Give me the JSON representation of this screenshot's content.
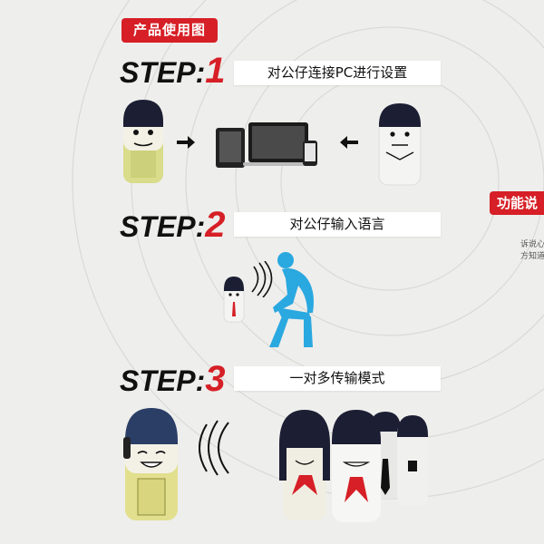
{
  "header": {
    "title": "产品使用图"
  },
  "steps": [
    {
      "prefix": "STEP:",
      "number": "1",
      "caption": "对公仔连接PC进行设置"
    },
    {
      "prefix": "STEP:",
      "number": "2",
      "caption": "对公仔输入语言"
    },
    {
      "prefix": "STEP:",
      "number": "3",
      "caption": "一对多传输模式"
    }
  ],
  "side": {
    "badge": "功能说",
    "line1": "诉说心",
    "line2": "方知道"
  },
  "colors": {
    "accent": "#d61f26",
    "figure_blue": "#2aa8e0"
  }
}
